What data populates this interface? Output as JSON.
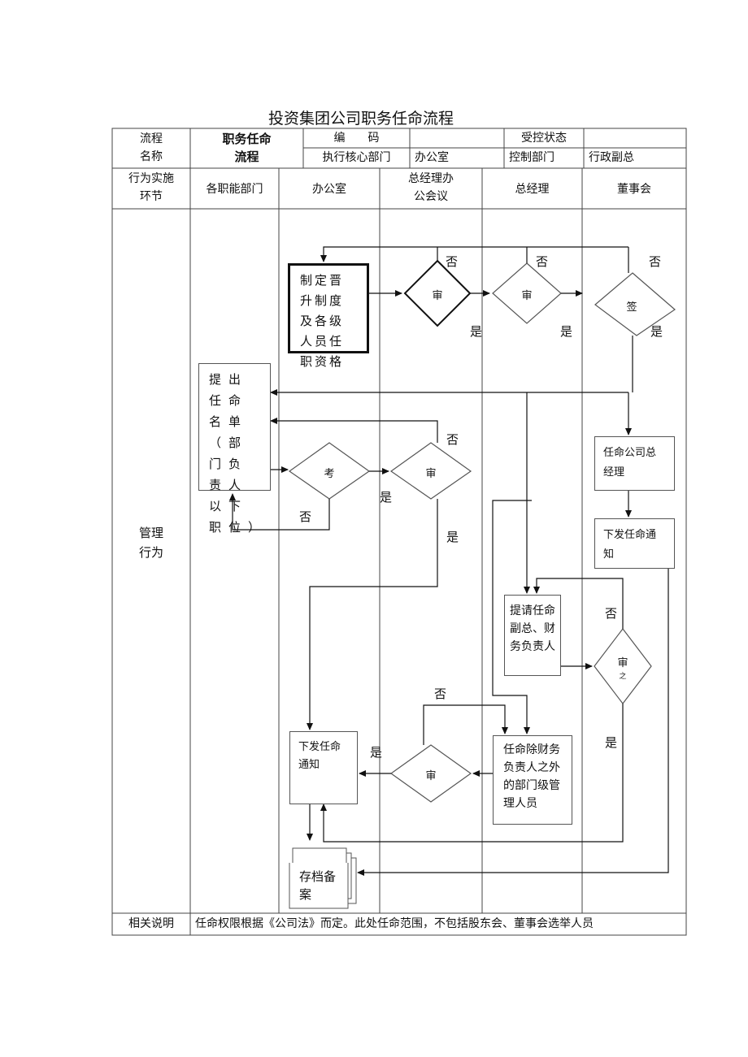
{
  "title": "投资集团公司职务任命流程",
  "header": {
    "name_label_1": "流程",
    "name_label_2": "名称",
    "name_value_1": "职务任命",
    "name_value_2": "流程",
    "code_label": "编　　码",
    "code_value": "",
    "exec_dept_label": "执行核心部门",
    "exec_dept_value": "办公室",
    "status_label": "受控状态",
    "status_value": "",
    "ctrl_dept_label": "控制部门",
    "ctrl_dept_value": "行政副总"
  },
  "lanes_header": {
    "corner_1": "行为实施",
    "corner_2": "环节",
    "lanes": [
      "各职能部门",
      "办公室",
      "总经理办",
      "公会议",
      "总经理",
      "董事会"
    ]
  },
  "row_label_1": "管理",
  "row_label_2": "行为",
  "nodes": {
    "make_rules": "制定晋升制度及各级人员任职资格",
    "propose": "提出任命名单（部门负责人以下职位）",
    "appoint_gm": "任命公司总经理",
    "issue_notice_board": "下发任命通知",
    "propose_vp": "提请任命副总、财务负责人",
    "appoint_others": "任命除财务负责人之外的部门级管理人员",
    "issue_notice_office": "下发任命通知",
    "archive": "存档备案",
    "d_review_1": "审",
    "d_review_2": "审",
    "d_sign": "签",
    "d_examine": "考",
    "d_review_3": "审",
    "d_review_4": "审",
    "d_review_4_sub": "之",
    "d_review_5": "审"
  },
  "edge_labels": {
    "no": "否",
    "yes": "是"
  },
  "footer": {
    "label": "相关说明",
    "text": "任命权限根据《公司法》而定。此处任命范围，不包括股东会、董事会选举人员"
  }
}
